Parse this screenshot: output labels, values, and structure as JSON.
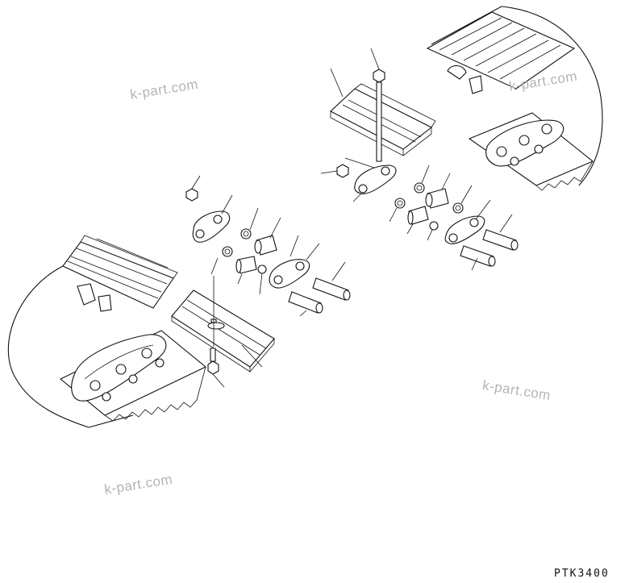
{
  "watermarks": [
    "k-part.com",
    "k-part.com",
    "k-part.com",
    "k-part.com"
  ],
  "figure_code": "PTK3400"
}
